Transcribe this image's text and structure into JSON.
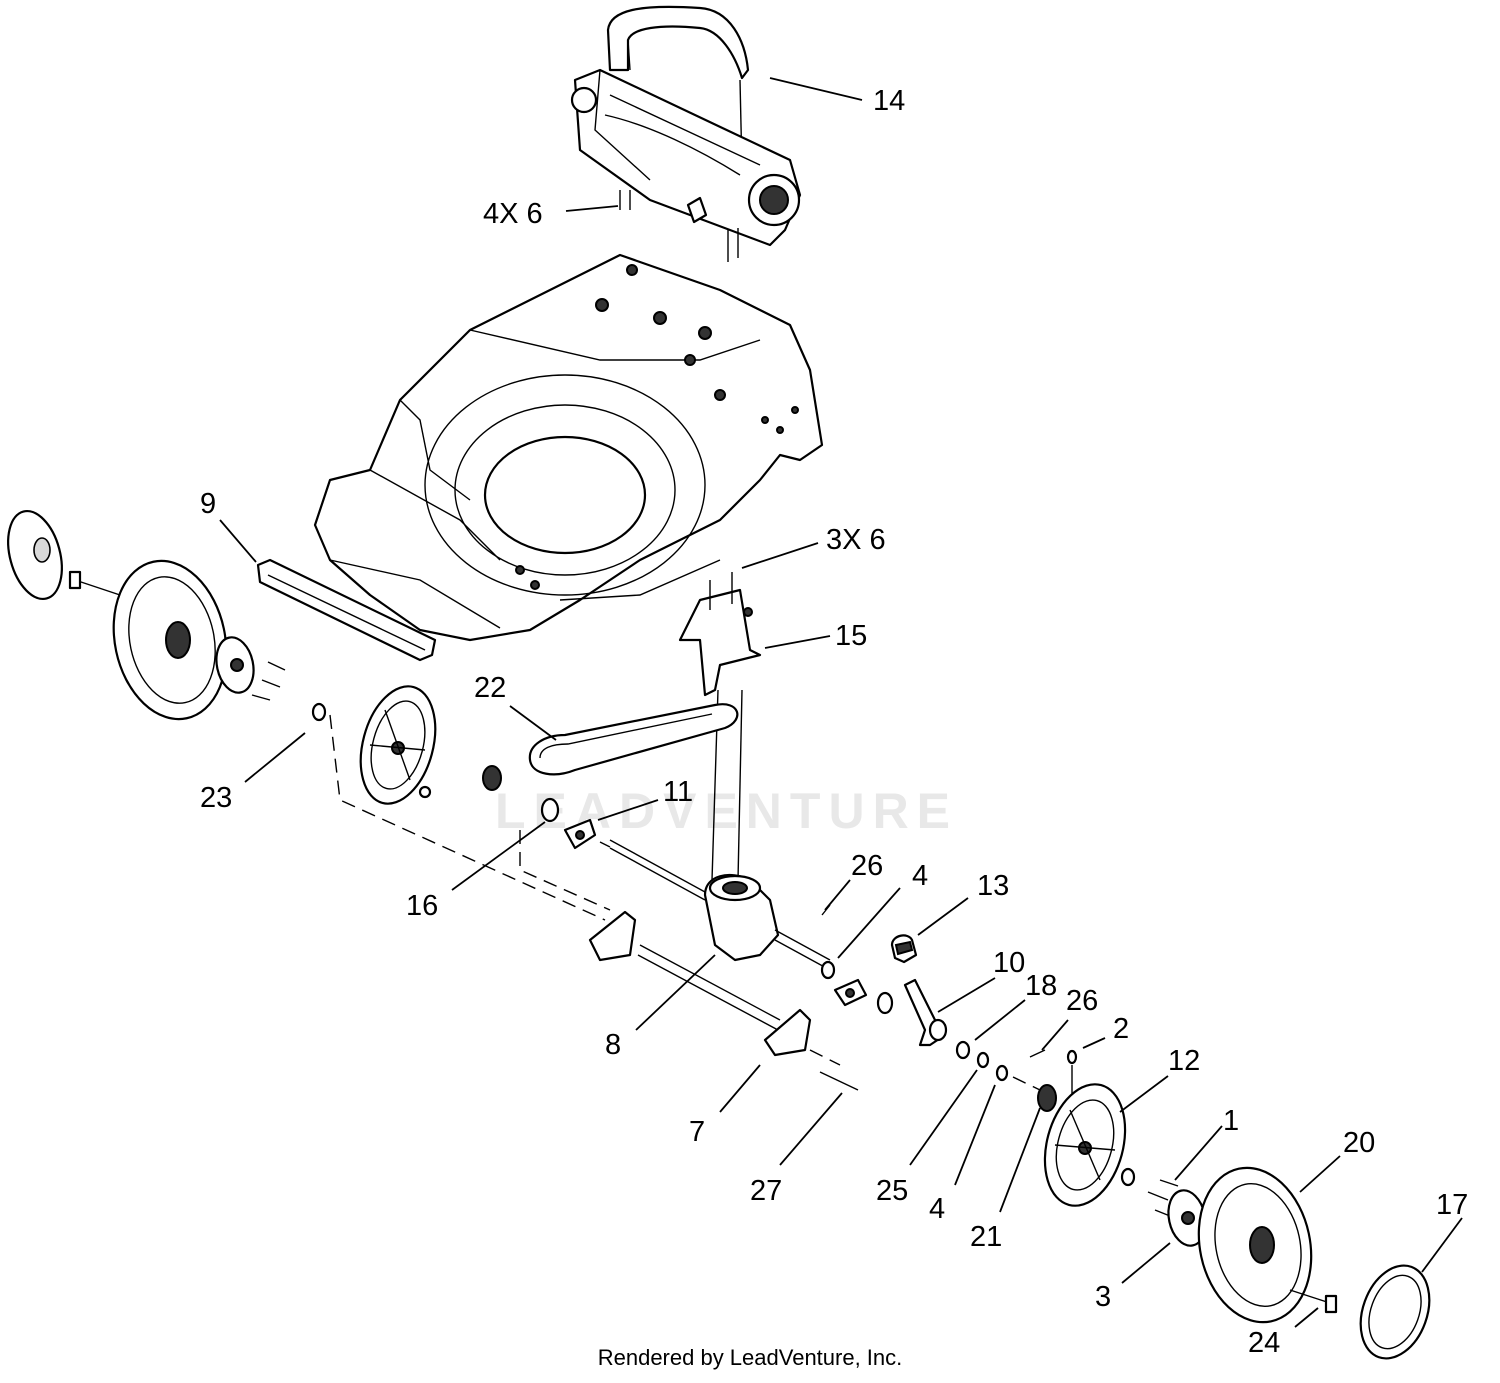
{
  "watermark": "LEADVENTURE",
  "footer": "Rendered by LeadVenture, Inc.",
  "callouts": [
    {
      "id": "14",
      "text": "14"
    },
    {
      "id": "4x6",
      "text": "4X 6"
    },
    {
      "id": "9",
      "text": "9"
    },
    {
      "id": "3x6",
      "text": "3X 6"
    },
    {
      "id": "15",
      "text": "15"
    },
    {
      "id": "22",
      "text": "22"
    },
    {
      "id": "23",
      "text": "23"
    },
    {
      "id": "11",
      "text": "11"
    },
    {
      "id": "16",
      "text": "16"
    },
    {
      "id": "26a",
      "text": "26"
    },
    {
      "id": "4a",
      "text": "4"
    },
    {
      "id": "13",
      "text": "13"
    },
    {
      "id": "10",
      "text": "10"
    },
    {
      "id": "18",
      "text": "18"
    },
    {
      "id": "26b",
      "text": "26"
    },
    {
      "id": "2",
      "text": "2"
    },
    {
      "id": "8",
      "text": "8"
    },
    {
      "id": "12",
      "text": "12"
    },
    {
      "id": "1",
      "text": "1"
    },
    {
      "id": "20",
      "text": "20"
    },
    {
      "id": "7",
      "text": "7"
    },
    {
      "id": "27",
      "text": "27"
    },
    {
      "id": "25",
      "text": "25"
    },
    {
      "id": "4b",
      "text": "4"
    },
    {
      "id": "21",
      "text": "21"
    },
    {
      "id": "17",
      "text": "17"
    },
    {
      "id": "3",
      "text": "3"
    },
    {
      "id": "24",
      "text": "24"
    }
  ]
}
